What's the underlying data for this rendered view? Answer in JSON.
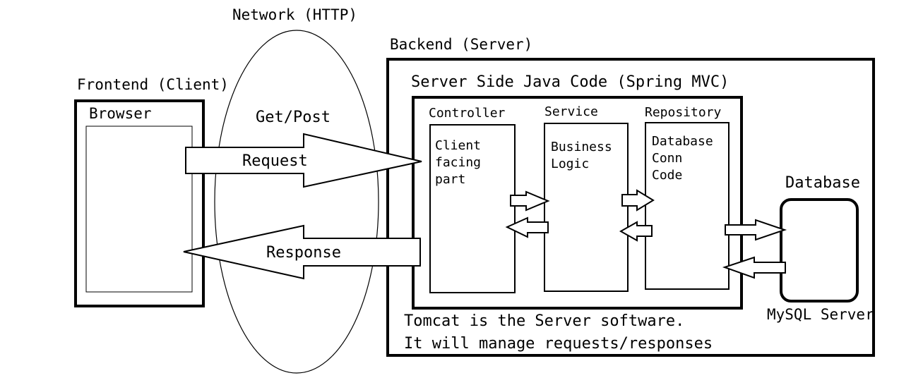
{
  "network": {
    "title": "Network (HTTP)",
    "method": "Get/Post",
    "request": "Request",
    "response": "Response"
  },
  "frontend": {
    "title": "Frontend (Client)",
    "browser": "Browser"
  },
  "backend": {
    "title": "Backend (Server)",
    "code_title": "Server Side Java Code (Spring MVC)",
    "layers": {
      "controller": {
        "title": "Controller",
        "lines": [
          "Client",
          "facing",
          "part"
        ]
      },
      "service": {
        "title": "Service",
        "lines": [
          "Business",
          "Logic"
        ]
      },
      "repository": {
        "title": "Repository",
        "lines": [
          "Database",
          "Conn",
          "Code"
        ]
      }
    },
    "note": [
      "Tomcat is the Server software.",
      "It will manage requests/responses"
    ]
  },
  "database": {
    "title": "Database",
    "server": "MySQL Server"
  }
}
